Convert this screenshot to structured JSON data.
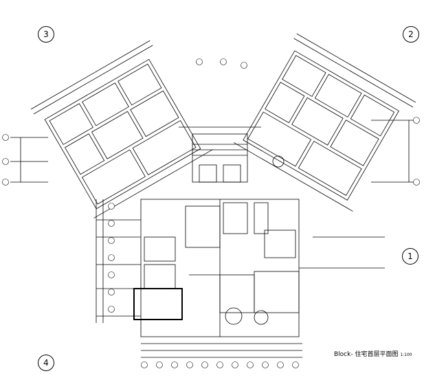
{
  "drawing": {
    "title": "Block- 住宅首层平面图",
    "scale": "1:100",
    "corner_markers": [
      "1",
      "2",
      "3",
      "4"
    ]
  },
  "colors": {
    "line": "#000000",
    "background": "#ffffff"
  }
}
